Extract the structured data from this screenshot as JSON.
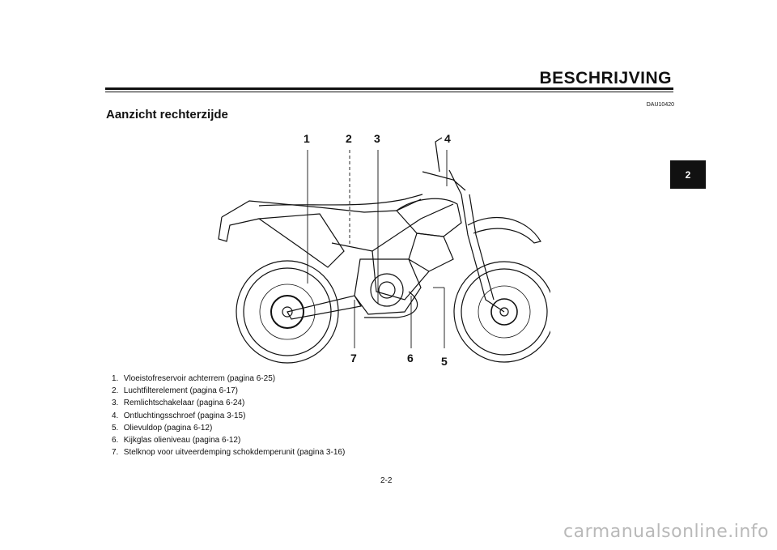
{
  "header": {
    "title": "BESCHRIJVING",
    "chapter_tab": "2"
  },
  "doc_code": "DAU10420",
  "heading": "Aanzicht rechterzijde",
  "callouts": [
    "1",
    "2",
    "3",
    "4",
    "5",
    "6",
    "7"
  ],
  "legend": [
    {
      "num": "1.",
      "text": "Vloeistofreservoir achterrem (pagina 6-25)"
    },
    {
      "num": "2.",
      "text": "Luchtfilterelement (pagina 6-17)"
    },
    {
      "num": "3.",
      "text": "Remlichtschakelaar (pagina 6-24)"
    },
    {
      "num": "4.",
      "text": "Ontluchtingsschroef (pagina 3-15)"
    },
    {
      "num": "5.",
      "text": "Olievuldop (pagina 6-12)"
    },
    {
      "num": "6.",
      "text": "Kijkglas olieniveau (pagina 6-12)"
    },
    {
      "num": "7.",
      "text": "Stelknop voor uitveerdemping schokdemperunit (pagina 3-16)"
    }
  ],
  "page_number": "2-2",
  "watermark": "carmanualsonline.info"
}
